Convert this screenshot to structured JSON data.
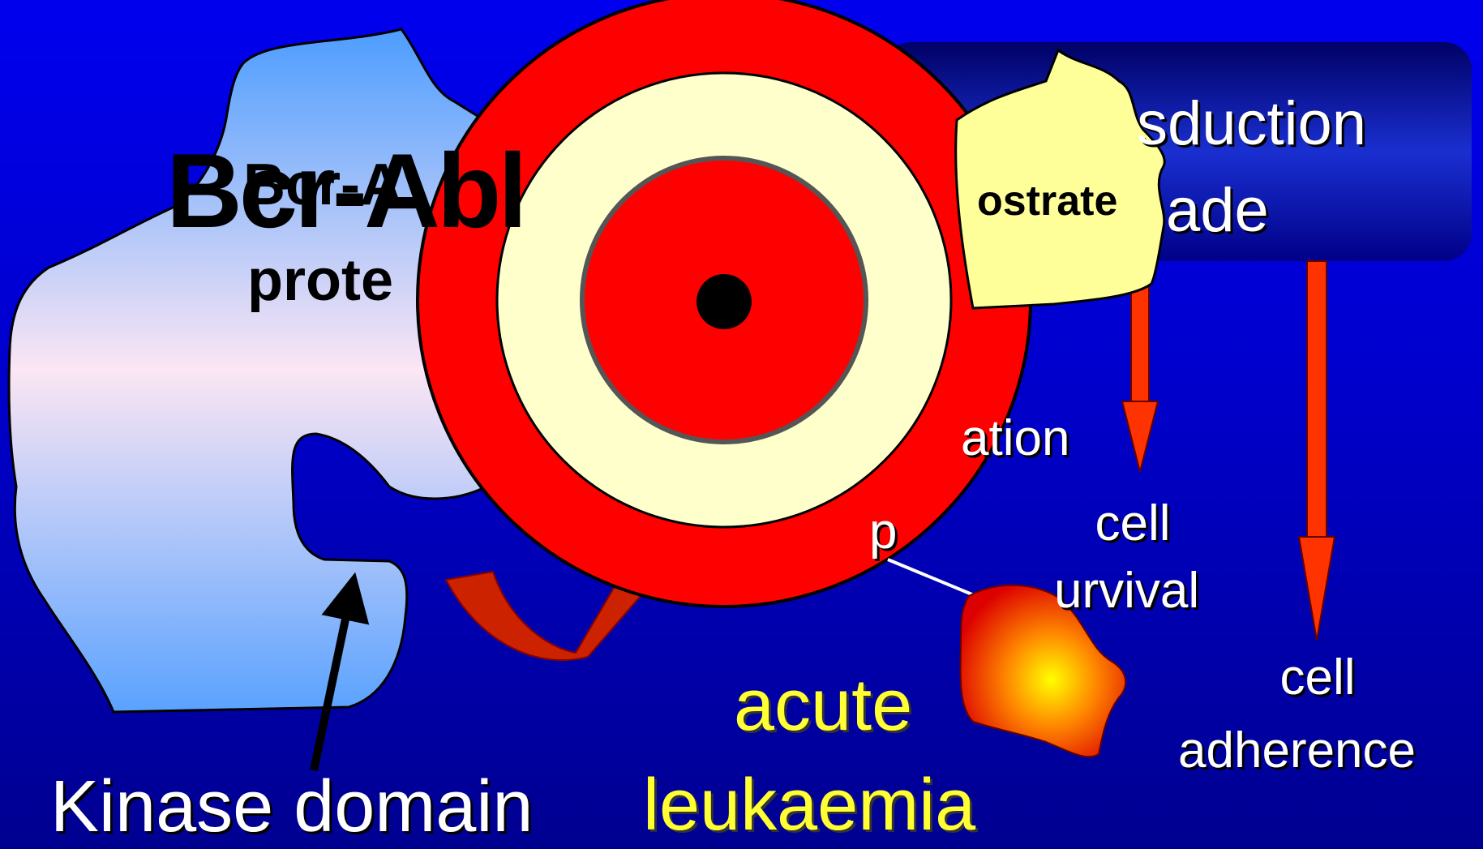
{
  "colors": {
    "background_top": "#0000ee",
    "background_bottom": "#000090",
    "target_red": "#ff0000",
    "target_cream": "#ffffcc",
    "substrate_yellow": "#ffff99",
    "arrow_red": "#ff3300",
    "leukaemia_yellow": "#ffff33"
  },
  "protein": {
    "title": "Bcr-Abl",
    "label_line1": "Bcr-A",
    "label_line2": "prote"
  },
  "cascade": {
    "line1": "sduction",
    "line2": "ade"
  },
  "substrate": {
    "label": "ostrate"
  },
  "outcomes": {
    "proliferation_fragment": "ation",
    "survival_line1": "cell",
    "survival_line2": "urvival",
    "adherence_line1": "cell",
    "adherence_line2": "adherence",
    "p_fragment": "p"
  },
  "disease": {
    "line1": "acute",
    "line2": "leukaemia"
  },
  "kinase": {
    "label": "Kinase domain"
  },
  "icons": [
    "target-icon",
    "tumor-cell-icon",
    "curved-arrow-icon"
  ]
}
